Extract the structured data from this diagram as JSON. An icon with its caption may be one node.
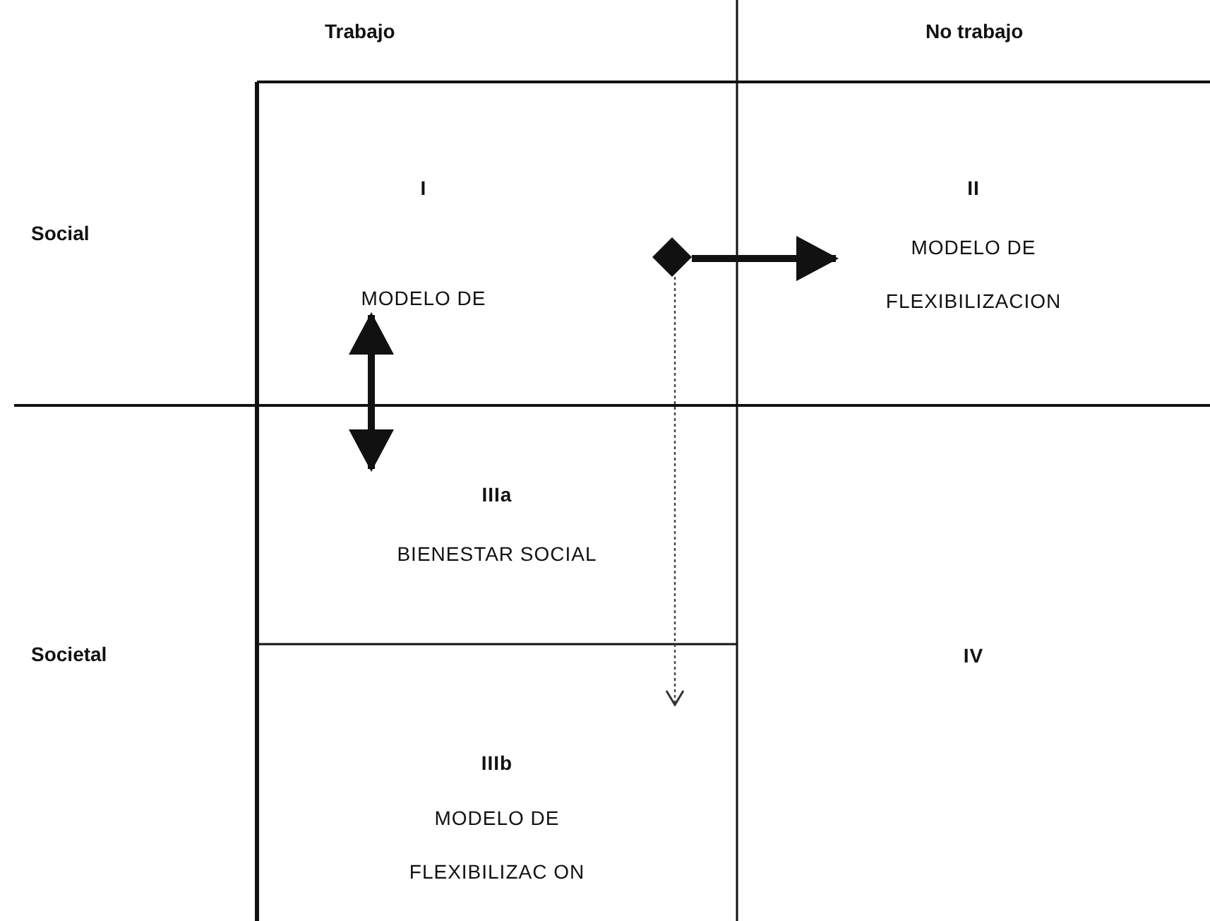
{
  "diagram": {
    "nodes": [
      {
        "text": [
          "I",
          "MODELO DE"
        ]
      },
      {
        "text": [
          "II",
          "MODELO DE FLEXIBILIZACION"
        ]
      },
      {
        "text": [
          "IIIa",
          "BIENESTAR SOCIAL"
        ]
      },
      {
        "text": [
          "IIIb",
          "MODELO DE FLEXIBILIZAC ON"
        ]
      },
      {
        "text": [
          "IV"
        ]
      },
      {
        "text": [],
        "shape": "diamond",
        "in": 0
      }
    ],
    "edges": [
      {
        "from": 5,
        "to": 1,
        "arrow": "to"
      },
      {
        "from": 0,
        "to": 2,
        "arrow": "both"
      },
      {
        "from": 5,
        "to": 3,
        "arrow": "to",
        "style": "dashed"
      }
    ],
    "labels": [
      "Trabajo",
      "No trabajo",
      "Social",
      "Societal"
    ]
  }
}
